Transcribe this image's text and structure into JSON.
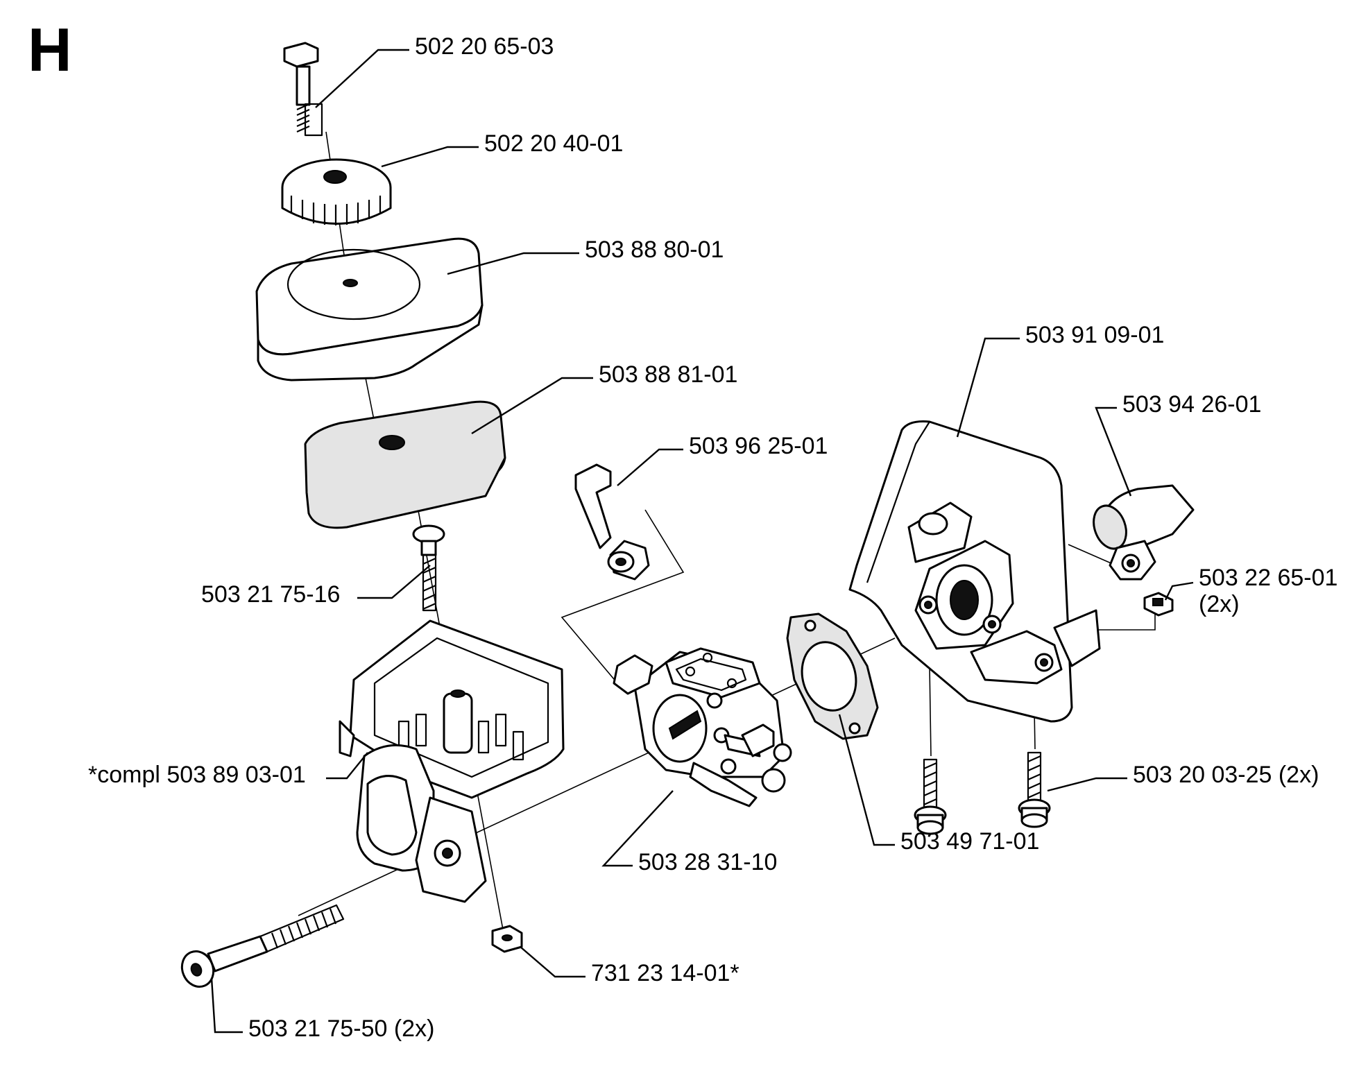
{
  "section_letter": "H",
  "part_labels": [
    "502 20 65-03",
    "502 20 40-01",
    "503 88 80-01",
    "503 88 81-01",
    "503 96 25-01",
    "503 91 09-01",
    "503 94 26-01",
    "503 22 65-01",
    "(2x)",
    "503 21 75-16",
    "*compl 503 89 03-01",
    "503 20 03-25 (2x)",
    "503 49 71-01",
    "503 28 31-10",
    "731 23 14-01*",
    "503 21 75-50 (2x)"
  ]
}
